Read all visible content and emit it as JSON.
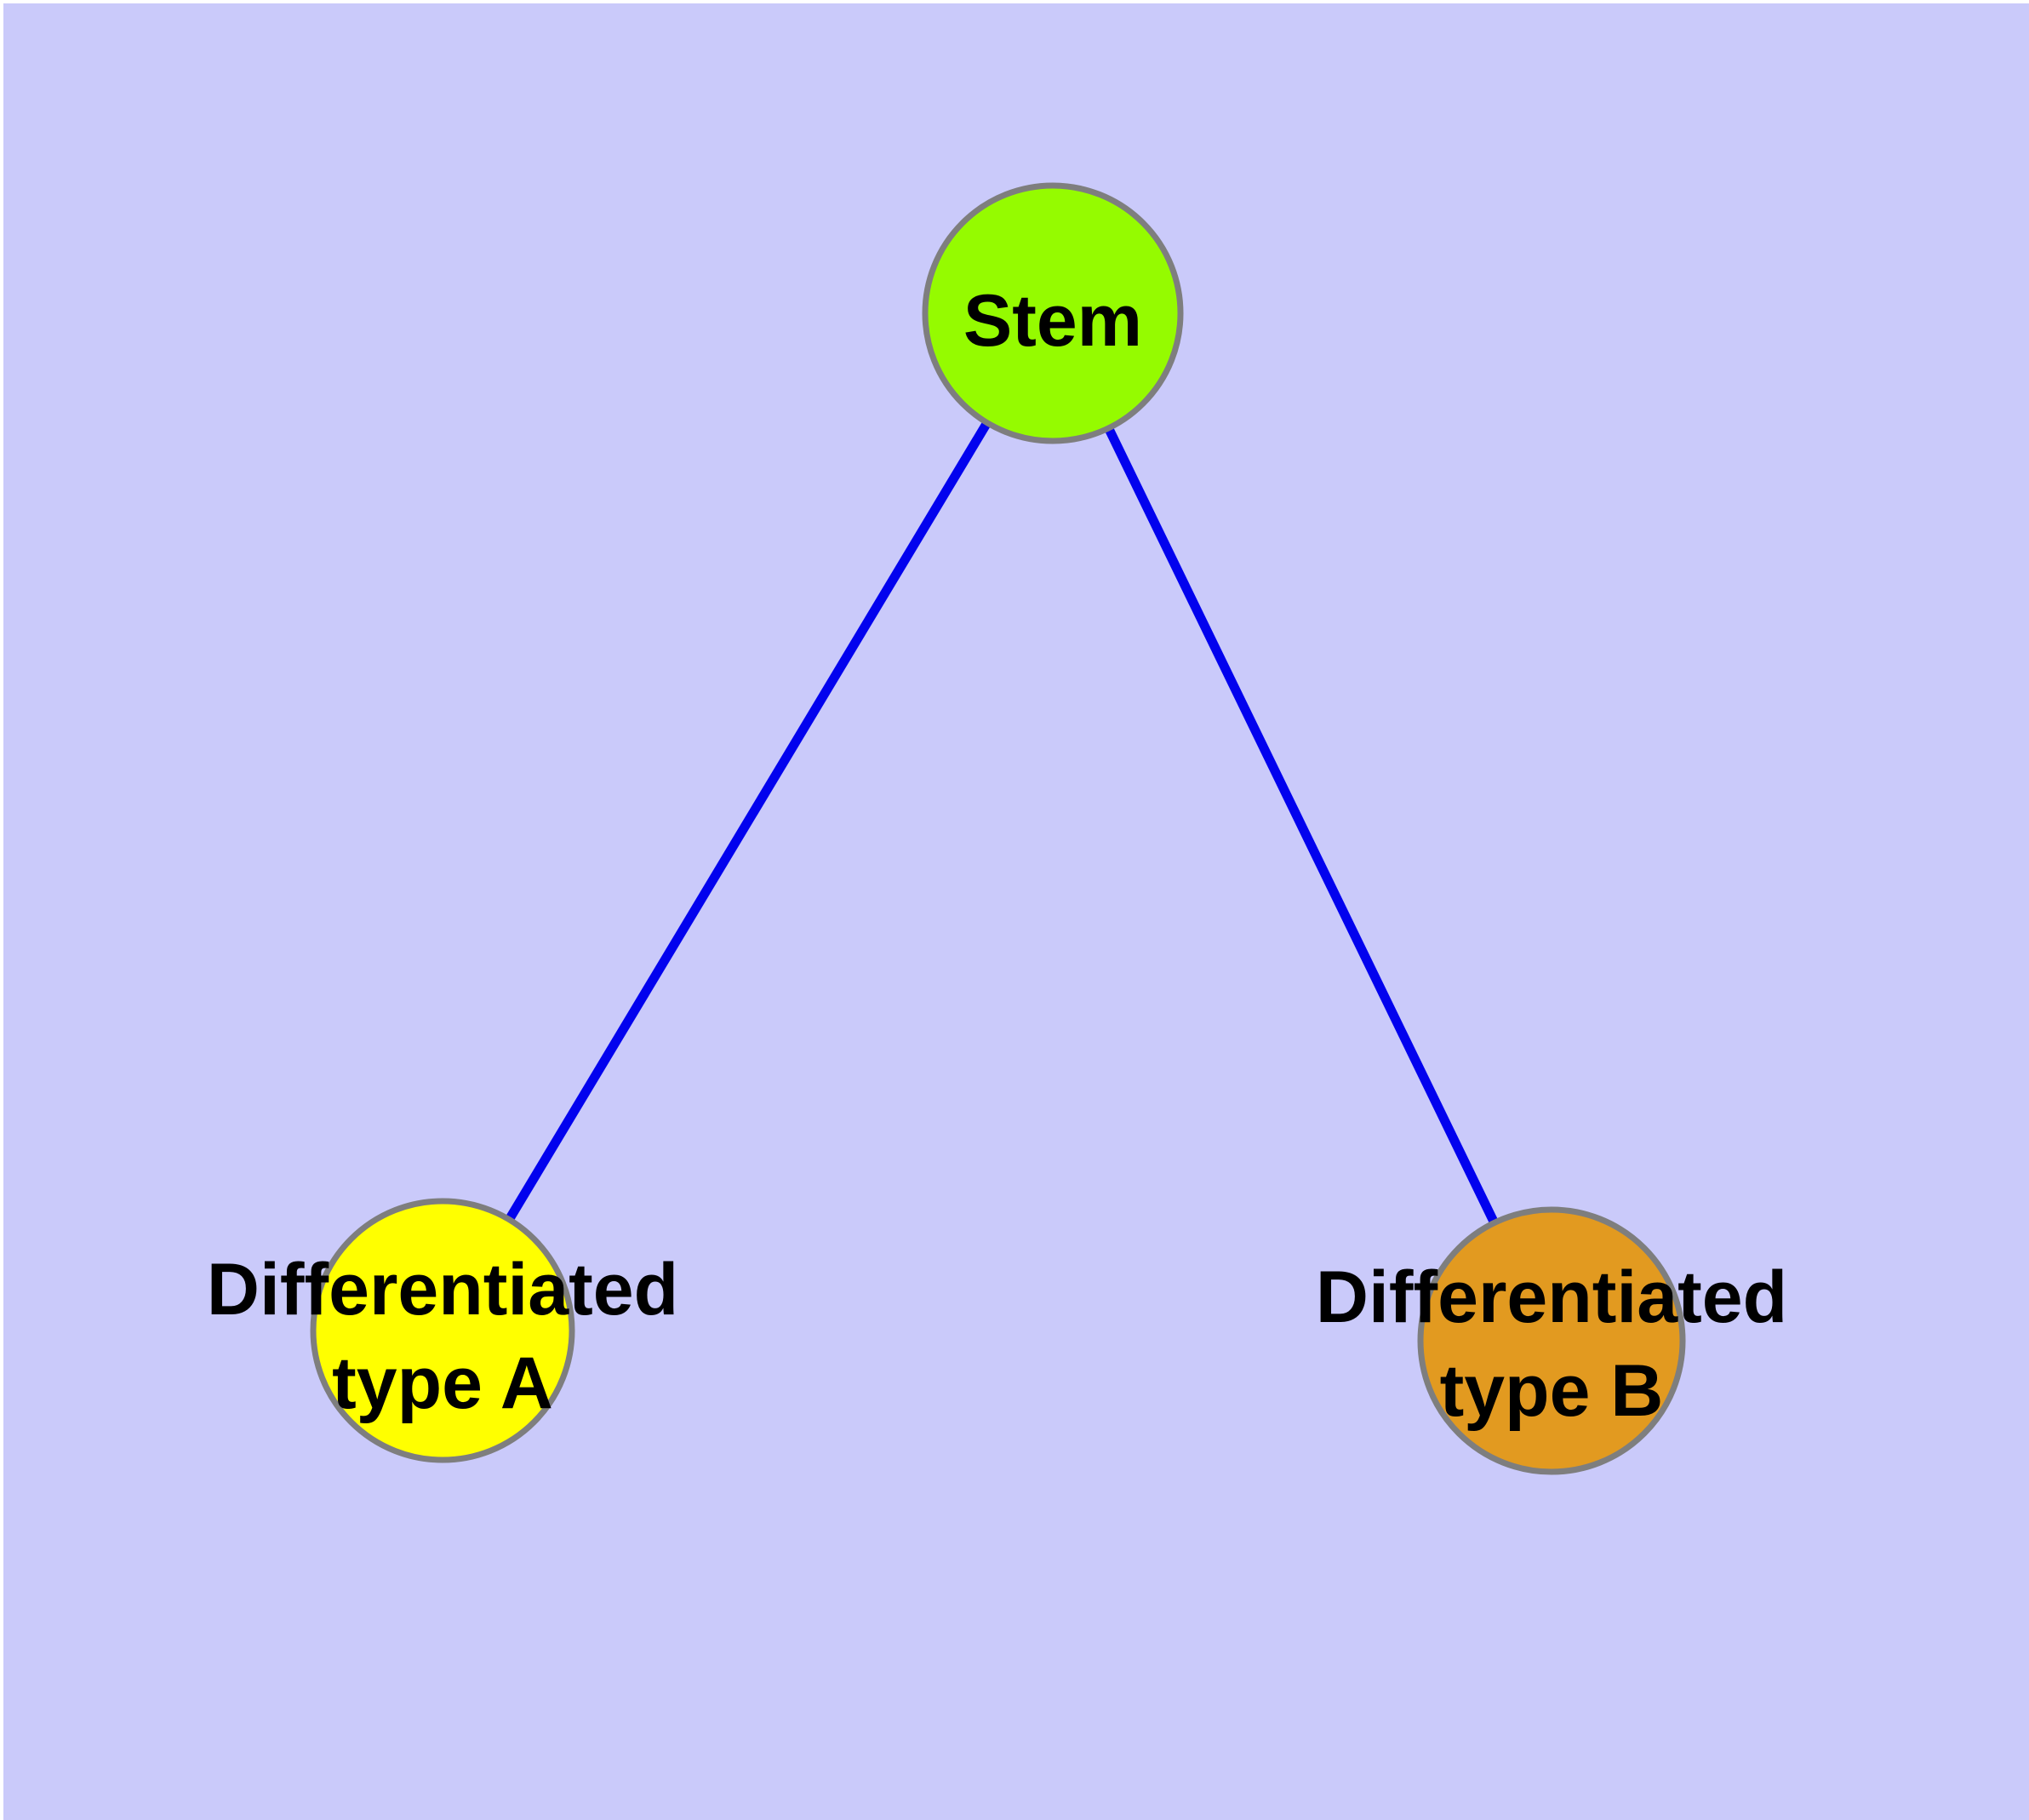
{
  "colors": {
    "background": "#cacafa",
    "frame": "#ffffff",
    "edge": "#0202ee",
    "node_border": "#7e7e7e",
    "label": "#000000"
  },
  "diagram": {
    "type": "node-link-tree",
    "nodes": [
      {
        "id": "stem",
        "label": "Stem",
        "fill": "#95fb00"
      },
      {
        "id": "differentiated-type-a",
        "label_line1": "Differentiated",
        "label_line2": "type A",
        "fill": "#ffff00"
      },
      {
        "id": "differentiated-type-b",
        "label_line1": "Differentiated",
        "label_line2": "type B",
        "fill": "#e29a20"
      }
    ],
    "edges": [
      {
        "from": "stem",
        "to": "differentiated-type-a"
      },
      {
        "from": "stem",
        "to": "differentiated-type-b"
      }
    ]
  }
}
